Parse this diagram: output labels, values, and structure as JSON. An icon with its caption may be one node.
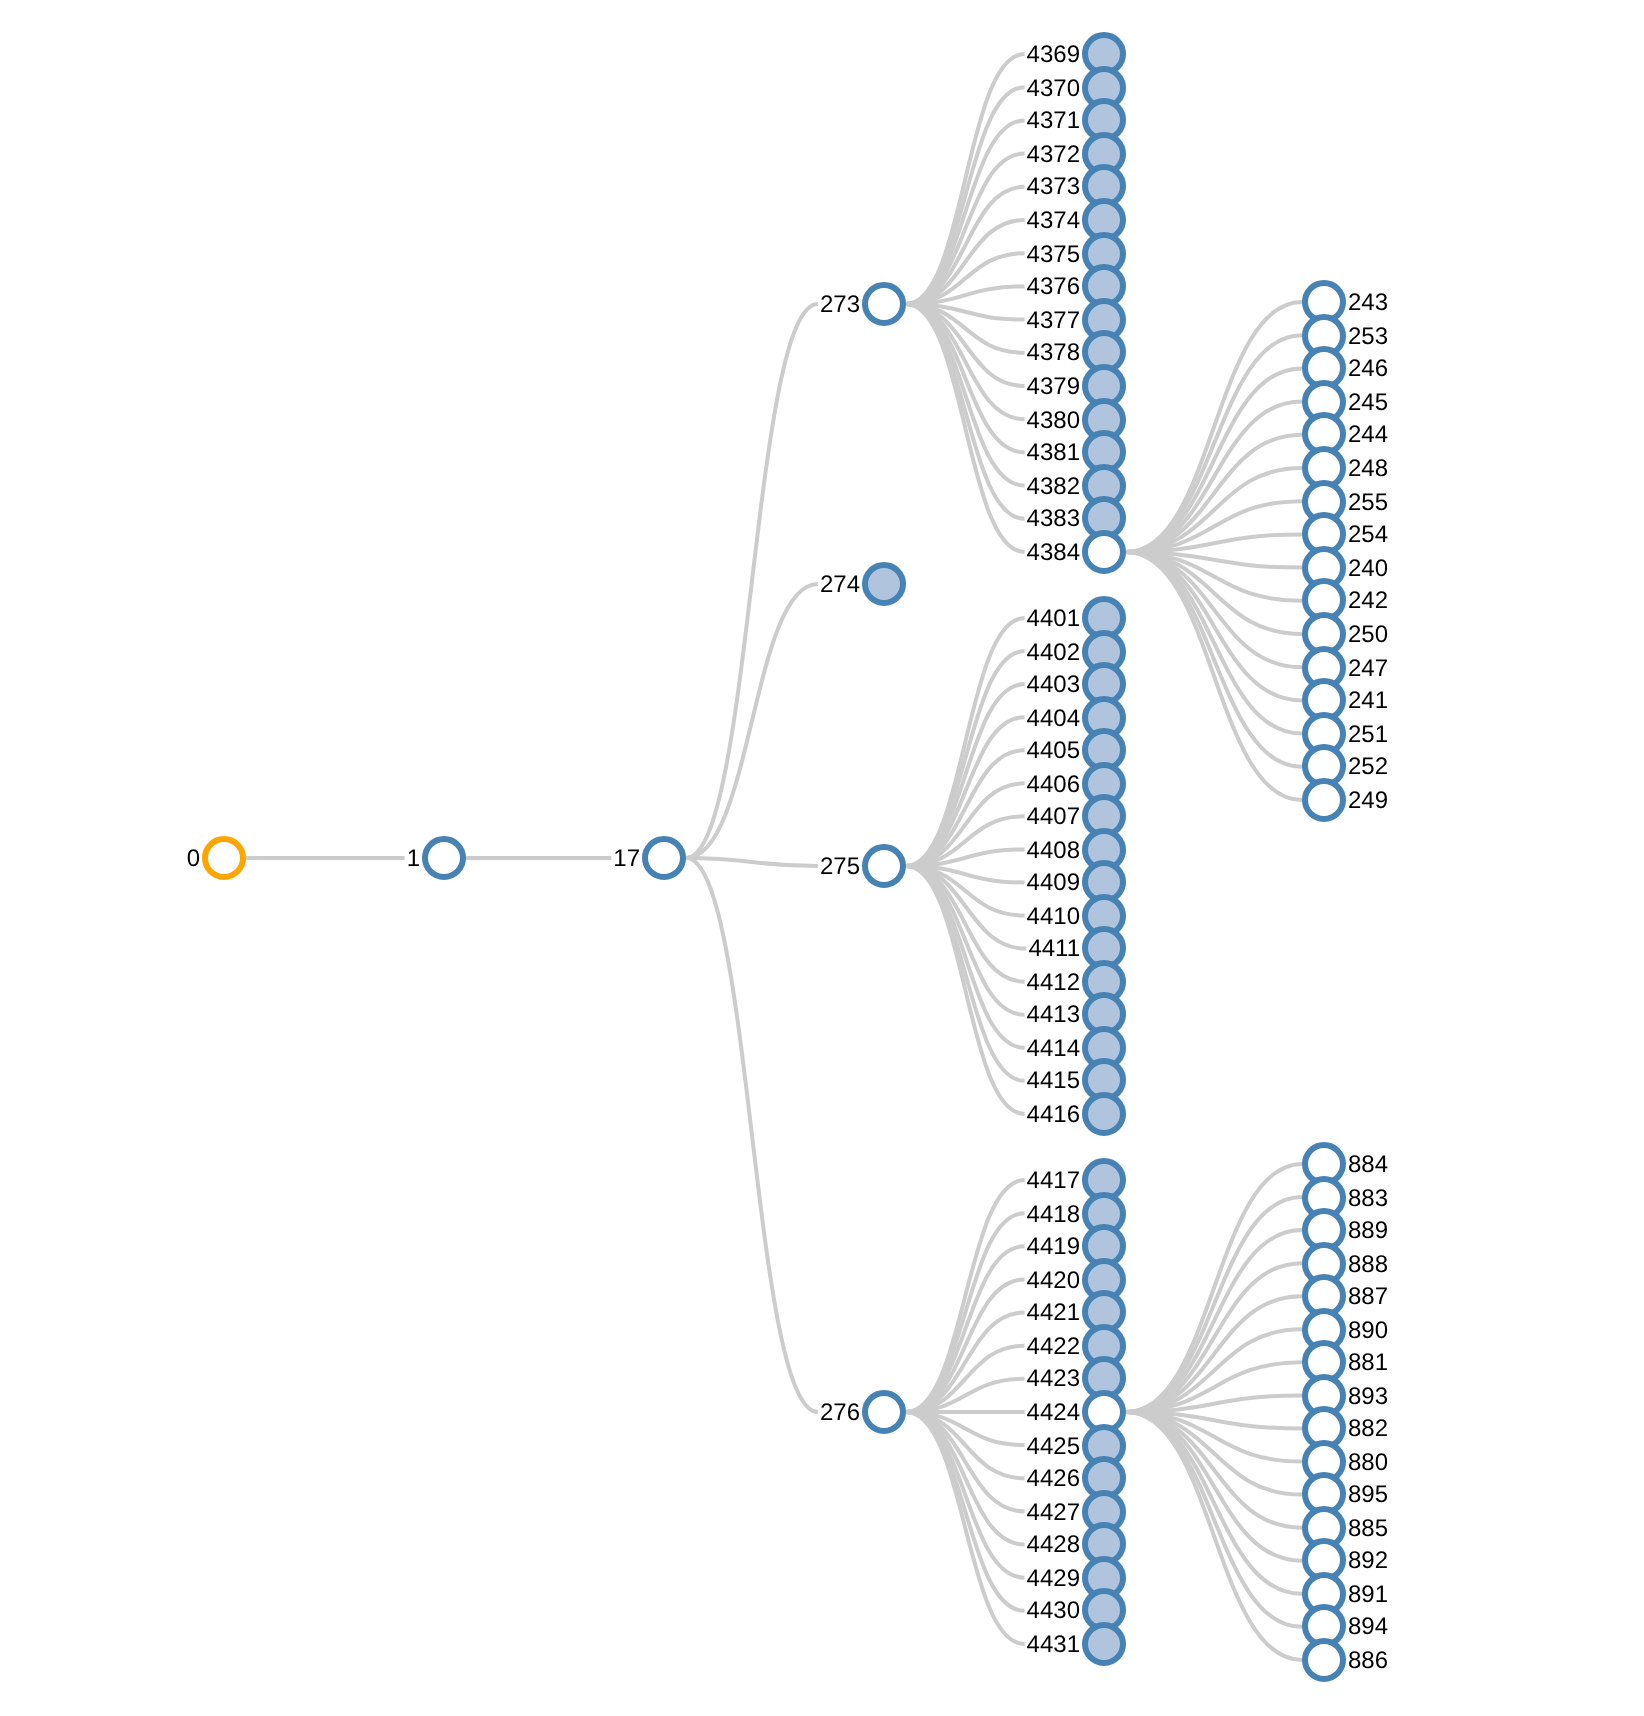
{
  "diagram": {
    "nodes": [
      {
        "text": [
          "0"
        ]
      },
      {
        "text": [
          "1"
        ]
      },
      {
        "text": [
          "17"
        ]
      },
      {
        "text": [
          "273"
        ]
      },
      {
        "text": [
          "4369"
        ]
      },
      {
        "text": [
          "4370"
        ]
      },
      {
        "text": [
          "4371"
        ]
      },
      {
        "text": [
          "4372"
        ]
      },
      {
        "text": [
          "4373"
        ]
      },
      {
        "text": [
          "4374"
        ]
      },
      {
        "text": [
          "4375"
        ]
      },
      {
        "text": [
          "4376"
        ]
      },
      {
        "text": [
          "4377"
        ]
      },
      {
        "text": [
          "4378"
        ]
      },
      {
        "text": [
          "4379"
        ]
      },
      {
        "text": [
          "4380"
        ]
      },
      {
        "text": [
          "4381"
        ]
      },
      {
        "text": [
          "4382"
        ]
      },
      {
        "text": [
          "4383"
        ]
      },
      {
        "text": [
          "4384"
        ]
      },
      {
        "text": [
          "243"
        ]
      },
      {
        "text": [
          "253"
        ]
      },
      {
        "text": [
          "246"
        ]
      },
      {
        "text": [
          "245"
        ]
      },
      {
        "text": [
          "244"
        ]
      },
      {
        "text": [
          "248"
        ]
      },
      {
        "text": [
          "255"
        ]
      },
      {
        "text": [
          "254"
        ]
      },
      {
        "text": [
          "240"
        ]
      },
      {
        "text": [
          "242"
        ]
      },
      {
        "text": [
          "250"
        ]
      },
      {
        "text": [
          "247"
        ]
      },
      {
        "text": [
          "241"
        ]
      },
      {
        "text": [
          "251"
        ]
      },
      {
        "text": [
          "252"
        ]
      },
      {
        "text": [
          "249"
        ]
      },
      {
        "text": [
          "274"
        ]
      },
      {
        "text": [
          "275"
        ]
      },
      {
        "text": [
          "4401"
        ]
      },
      {
        "text": [
          "4402"
        ]
      },
      {
        "text": [
          "4403"
        ]
      },
      {
        "text": [
          "4404"
        ]
      },
      {
        "text": [
          "4405"
        ]
      },
      {
        "text": [
          "4406"
        ]
      },
      {
        "text": [
          "4407"
        ]
      },
      {
        "text": [
          "4408"
        ]
      },
      {
        "text": [
          "4409"
        ]
      },
      {
        "text": [
          "4410"
        ]
      },
      {
        "text": [
          "4411"
        ]
      },
      {
        "text": [
          "4412"
        ]
      },
      {
        "text": [
          "4413"
        ]
      },
      {
        "text": [
          "4414"
        ]
      },
      {
        "text": [
          "4415"
        ]
      },
      {
        "text": [
          "4416"
        ]
      },
      {
        "text": [
          "276"
        ]
      },
      {
        "text": [
          "4417"
        ]
      },
      {
        "text": [
          "4418"
        ]
      },
      {
        "text": [
          "4419"
        ]
      },
      {
        "text": [
          "4420"
        ]
      },
      {
        "text": [
          "4421"
        ]
      },
      {
        "text": [
          "4422"
        ]
      },
      {
        "text": [
          "4423"
        ]
      },
      {
        "text": [
          "4424"
        ]
      },
      {
        "text": [
          "4425"
        ]
      },
      {
        "text": [
          "4426"
        ]
      },
      {
        "text": [
          "4427"
        ]
      },
      {
        "text": [
          "4428"
        ]
      },
      {
        "text": [
          "4429"
        ]
      },
      {
        "text": [
          "4430"
        ]
      },
      {
        "text": [
          "4431"
        ]
      },
      {
        "text": [
          "884"
        ]
      },
      {
        "text": [
          "883"
        ]
      },
      {
        "text": [
          "889"
        ]
      },
      {
        "text": [
          "888"
        ]
      },
      {
        "text": [
          "887"
        ]
      },
      {
        "text": [
          "890"
        ]
      },
      {
        "text": [
          "881"
        ]
      },
      {
        "text": [
          "893"
        ]
      },
      {
        "text": [
          "882"
        ]
      },
      {
        "text": [
          "880"
        ]
      },
      {
        "text": [
          "895"
        ]
      },
      {
        "text": [
          "885"
        ]
      },
      {
        "text": [
          "892"
        ]
      },
      {
        "text": [
          "891"
        ]
      },
      {
        "text": [
          "894"
        ]
      },
      {
        "text": [
          "886"
        ]
      }
    ],
    "edges": [
      {
        "from": 0,
        "to": 1,
        "arrow": "none"
      },
      {
        "from": 1,
        "to": 2,
        "arrow": "none"
      },
      {
        "from": 2,
        "to": 3,
        "arrow": "none"
      },
      {
        "from": 2,
        "to": 36,
        "arrow": "none"
      },
      {
        "from": 2,
        "to": 37,
        "arrow": "none"
      },
      {
        "from": 2,
        "to": 54,
        "arrow": "none"
      },
      {
        "from": 3,
        "to": 4,
        "arrow": "none"
      },
      {
        "from": 3,
        "to": 5,
        "arrow": "none"
      },
      {
        "from": 3,
        "to": 6,
        "arrow": "none"
      },
      {
        "from": 3,
        "to": 7,
        "arrow": "none"
      },
      {
        "from": 3,
        "to": 8,
        "arrow": "none"
      },
      {
        "from": 3,
        "to": 9,
        "arrow": "none"
      },
      {
        "from": 3,
        "to": 10,
        "arrow": "none"
      },
      {
        "from": 3,
        "to": 11,
        "arrow": "none"
      },
      {
        "from": 3,
        "to": 12,
        "arrow": "none"
      },
      {
        "from": 3,
        "to": 13,
        "arrow": "none"
      },
      {
        "from": 3,
        "to": 14,
        "arrow": "none"
      },
      {
        "from": 3,
        "to": 15,
        "arrow": "none"
      },
      {
        "from": 3,
        "to": 16,
        "arrow": "none"
      },
      {
        "from": 3,
        "to": 17,
        "arrow": "none"
      },
      {
        "from": 3,
        "to": 18,
        "arrow": "none"
      },
      {
        "from": 3,
        "to": 19,
        "arrow": "none"
      },
      {
        "from": 19,
        "to": 20,
        "arrow": "none"
      },
      {
        "from": 19,
        "to": 21,
        "arrow": "none"
      },
      {
        "from": 19,
        "to": 22,
        "arrow": "none"
      },
      {
        "from": 19,
        "to": 23,
        "arrow": "none"
      },
      {
        "from": 19,
        "to": 24,
        "arrow": "none"
      },
      {
        "from": 19,
        "to": 25,
        "arrow": "none"
      },
      {
        "from": 19,
        "to": 26,
        "arrow": "none"
      },
      {
        "from": 19,
        "to": 27,
        "arrow": "none"
      },
      {
        "from": 19,
        "to": 28,
        "arrow": "none"
      },
      {
        "from": 19,
        "to": 29,
        "arrow": "none"
      },
      {
        "from": 19,
        "to": 30,
        "arrow": "none"
      },
      {
        "from": 19,
        "to": 31,
        "arrow": "none"
      },
      {
        "from": 19,
        "to": 32,
        "arrow": "none"
      },
      {
        "from": 19,
        "to": 33,
        "arrow": "none"
      },
      {
        "from": 19,
        "to": 34,
        "arrow": "none"
      },
      {
        "from": 19,
        "to": 35,
        "arrow": "none"
      },
      {
        "from": 37,
        "to": 38,
        "arrow": "none"
      },
      {
        "from": 37,
        "to": 39,
        "arrow": "none"
      },
      {
        "from": 37,
        "to": 40,
        "arrow": "none"
      },
      {
        "from": 37,
        "to": 41,
        "arrow": "none"
      },
      {
        "from": 37,
        "to": 42,
        "arrow": "none"
      },
      {
        "from": 37,
        "to": 43,
        "arrow": "none"
      },
      {
        "from": 37,
        "to": 44,
        "arrow": "none"
      },
      {
        "from": 37,
        "to": 45,
        "arrow": "none"
      },
      {
        "from": 37,
        "to": 46,
        "arrow": "none"
      },
      {
        "from": 37,
        "to": 47,
        "arrow": "none"
      },
      {
        "from": 37,
        "to": 48,
        "arrow": "none"
      },
      {
        "from": 37,
        "to": 49,
        "arrow": "none"
      },
      {
        "from": 37,
        "to": 50,
        "arrow": "none"
      },
      {
        "from": 37,
        "to": 51,
        "arrow": "none"
      },
      {
        "from": 37,
        "to": 52,
        "arrow": "none"
      },
      {
        "from": 37,
        "to": 53,
        "arrow": "none"
      },
      {
        "from": 54,
        "to": 55,
        "arrow": "none"
      },
      {
        "from": 54,
        "to": 56,
        "arrow": "none"
      },
      {
        "from": 54,
        "to": 57,
        "arrow": "none"
      },
      {
        "from": 54,
        "to": 58,
        "arrow": "none"
      },
      {
        "from": 54,
        "to": 59,
        "arrow": "none"
      },
      {
        "from": 54,
        "to": 60,
        "arrow": "none"
      },
      {
        "from": 54,
        "to": 61,
        "arrow": "none"
      },
      {
        "from": 54,
        "to": 62,
        "arrow": "none"
      },
      {
        "from": 54,
        "to": 63,
        "arrow": "none"
      },
      {
        "from": 54,
        "to": 64,
        "arrow": "none"
      },
      {
        "from": 54,
        "to": 65,
        "arrow": "none"
      },
      {
        "from": 54,
        "to": 66,
        "arrow": "none"
      },
      {
        "from": 54,
        "to": 67,
        "arrow": "none"
      },
      {
        "from": 54,
        "to": 68,
        "arrow": "none"
      },
      {
        "from": 54,
        "to": 69,
        "arrow": "none"
      },
      {
        "from": 62,
        "to": 70,
        "arrow": "none"
      },
      {
        "from": 62,
        "to": 71,
        "arrow": "none"
      },
      {
        "from": 62,
        "to": 72,
        "arrow": "none"
      },
      {
        "from": 62,
        "to": 73,
        "arrow": "none"
      },
      {
        "from": 62,
        "to": 74,
        "arrow": "none"
      },
      {
        "from": 62,
        "to": 75,
        "arrow": "none"
      },
      {
        "from": 62,
        "to": 76,
        "arrow": "none"
      },
      {
        "from": 62,
        "to": 77,
        "arrow": "none"
      },
      {
        "from": 62,
        "to": 78,
        "arrow": "none"
      },
      {
        "from": 62,
        "to": 79,
        "arrow": "none"
      },
      {
        "from": 62,
        "to": 80,
        "arrow": "none"
      },
      {
        "from": 62,
        "to": 81,
        "arrow": "none"
      },
      {
        "from": 62,
        "to": 82,
        "arrow": "none"
      },
      {
        "from": 62,
        "to": 83,
        "arrow": "none"
      },
      {
        "from": 62,
        "to": 84,
        "arrow": "none"
      },
      {
        "from": 62,
        "to": 85,
        "arrow": "none"
      }
    ]
  }
}
